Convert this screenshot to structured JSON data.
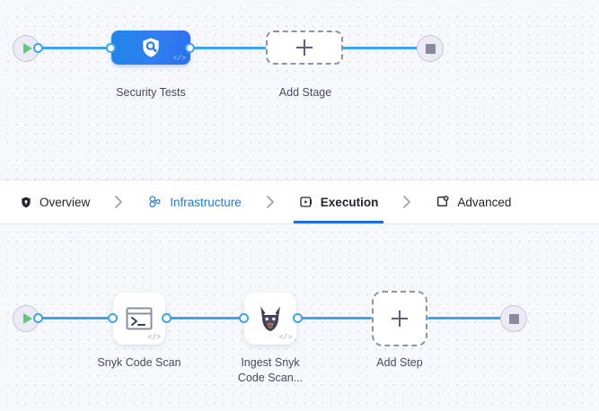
{
  "pipeline": {
    "stages_canvas": {
      "start_node": {
        "icon": "play-icon",
        "label": ""
      },
      "end_node": {
        "icon": "stop-icon",
        "label": ""
      },
      "nodes": [
        {
          "id": "security-tests",
          "label": "Security Tests",
          "icon": "shield-search-icon",
          "badge": "</>",
          "type": "stage",
          "selected": true
        },
        {
          "id": "add-stage",
          "label": "Add Stage",
          "icon": "plus-icon",
          "type": "add-placeholder"
        }
      ]
    },
    "steps_canvas": {
      "start_node": {
        "icon": "play-icon",
        "label": ""
      },
      "end_node": {
        "icon": "stop-icon",
        "label": ""
      },
      "nodes": [
        {
          "id": "snyk-code-scan",
          "label": "Snyk Code Scan",
          "icon": "terminal-icon",
          "badge": "</>",
          "type": "step"
        },
        {
          "id": "ingest-snyk-code-scan",
          "label": "Ingest Snyk\nCode Scan...",
          "icon": "doberman-logo-icon",
          "badge": "</>",
          "type": "step"
        },
        {
          "id": "add-step",
          "label": "Add Step",
          "icon": "plus-icon",
          "type": "add-placeholder"
        }
      ]
    }
  },
  "tabbar": {
    "separator": "›",
    "tabs": [
      {
        "id": "overview",
        "label": "Overview",
        "icon": "shield-icon",
        "state": "default"
      },
      {
        "id": "infrastructure",
        "label": "Infrastructure",
        "icon": "infrastructure-icon",
        "state": "link"
      },
      {
        "id": "execution",
        "label": "Execution",
        "icon": "execution-play-icon",
        "state": "active"
      },
      {
        "id": "advanced",
        "label": "Advanced",
        "icon": "advanced-gear-icon",
        "state": "default"
      }
    ]
  },
  "colors": {
    "accent_blue": "#2578e5",
    "wire_blue": "#3ca5f0",
    "node_gradient_start": "#1f86e8",
    "node_gradient_end": "#2b6ff0",
    "play_green": "#5fc87a",
    "stop_gray": "#8a8a9e",
    "canvas_bg": "#f6f8fb",
    "label_text": "#464a60"
  }
}
